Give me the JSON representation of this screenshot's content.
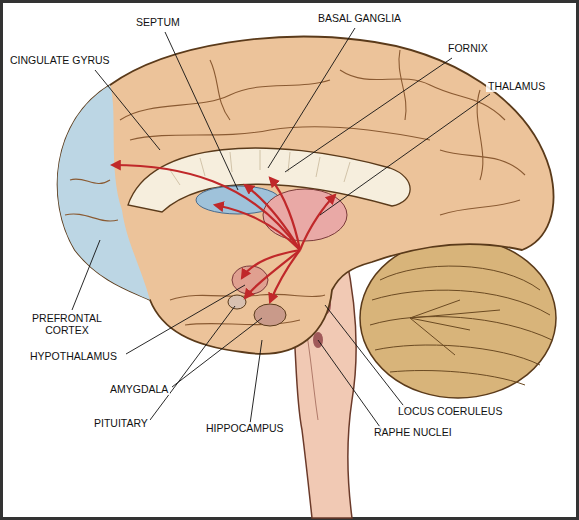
{
  "diagram": {
    "labels": [
      "SEPTUM",
      "BASAL GANGLIA",
      "CINGULATE GYRUS",
      "FORNIX",
      "THALAMUS",
      "PREFRONTAL CORTEX",
      "HYPOTHALAMUS",
      "AMYGDALA",
      "PITUITARY",
      "HIPPOCAMPUS",
      "LOCUS COERULEUS",
      "RAPHE NUCLEI"
    ]
  }
}
